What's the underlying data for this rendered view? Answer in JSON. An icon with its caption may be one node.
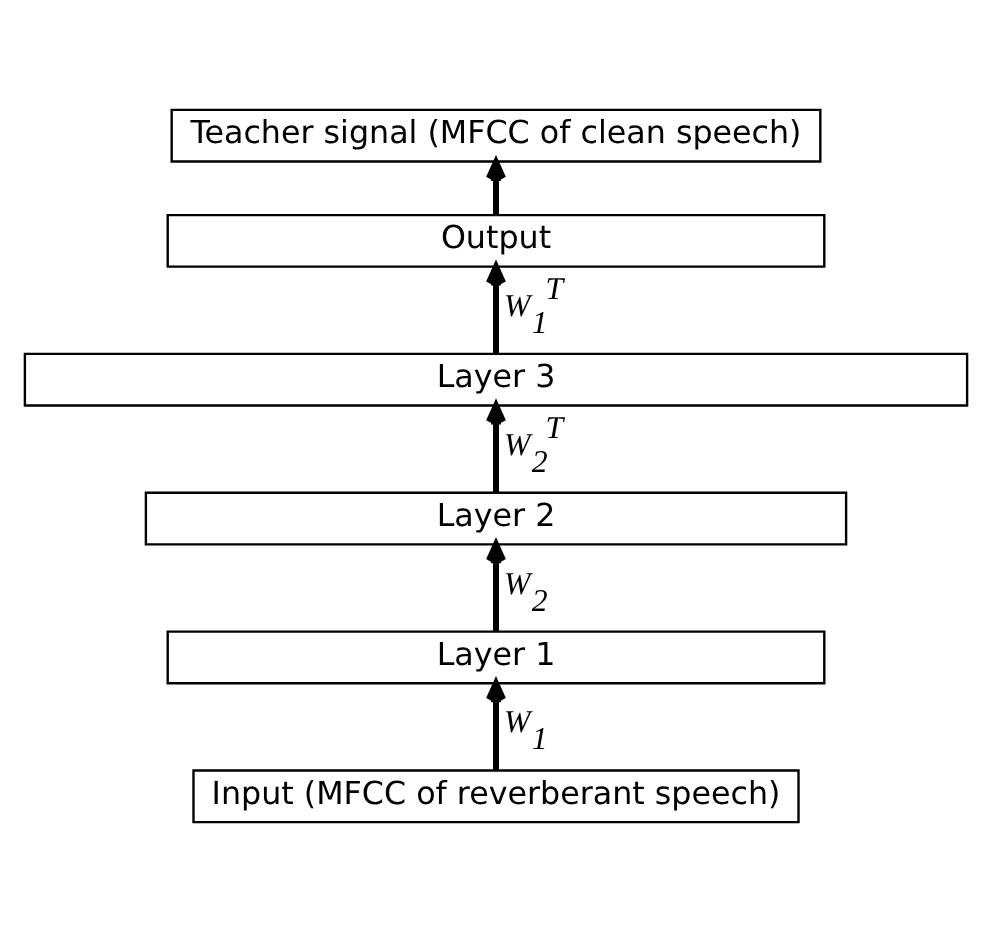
{
  "diagram": {
    "nodes": [
      {
        "text": [
          "Teacher signal (MFCC of clean speech)"
        ]
      },
      {
        "text": [
          "Output"
        ]
      },
      {
        "text": [
          "Layer 3"
        ]
      },
      {
        "text": [
          "Layer 2"
        ]
      },
      {
        "text": [
          "Layer 1"
        ]
      },
      {
        "text": [
          "Input (MFCC of reverberant speech)"
        ]
      }
    ],
    "edges": [
      {
        "from": 5,
        "to": 4,
        "arrow": "to",
        "label": "W$_{1}$"
      },
      {
        "from": 4,
        "to": 3,
        "arrow": "to",
        "label": "W$_{2}$"
      },
      {
        "from": 3,
        "to": 2,
        "arrow": "to",
        "label": "W$_{2}$$^{T}$"
      },
      {
        "from": 2,
        "to": 1,
        "arrow": "to",
        "label": "W$_{1}$$^{T}$"
      },
      {
        "from": 1,
        "to": 0,
        "arrow": "to"
      }
    ]
  }
}
